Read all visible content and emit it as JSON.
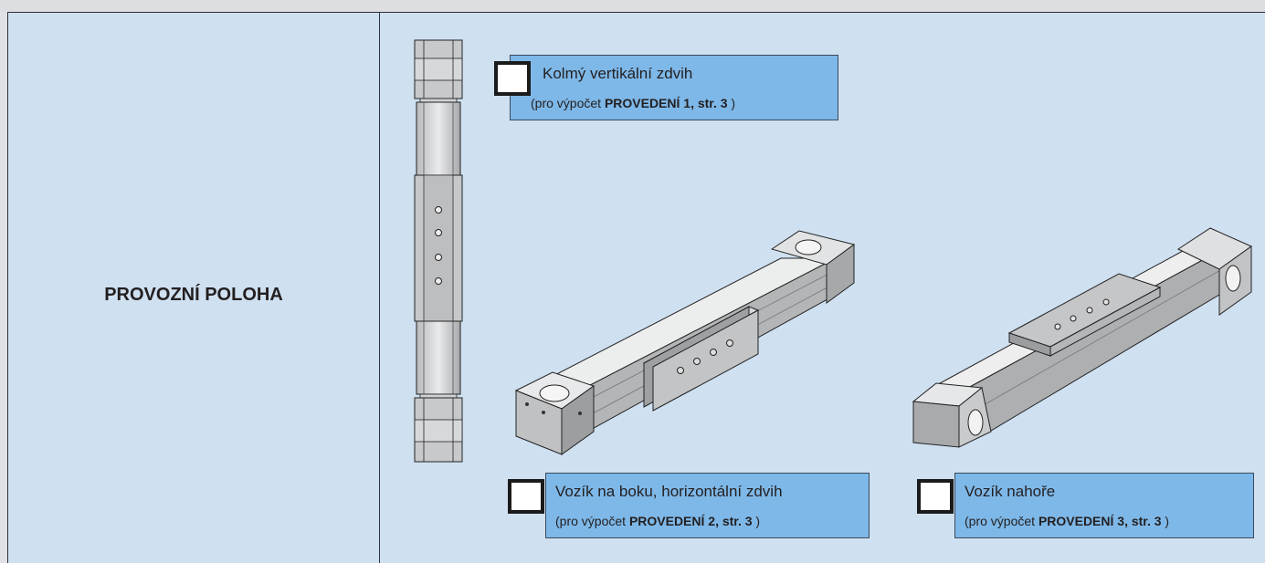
{
  "left": {
    "title": "PROVOZNÍ POLOHA"
  },
  "options": [
    {
      "title": "Kolmý vertikální zdvih",
      "sub_prefix": "(pro výpočet ",
      "sub_bold": "PROVEDENÍ 1, str. 3",
      "sub_suffix": " )"
    },
    {
      "title": "Vozík na boku, horizontální zdvih",
      "sub_prefix": "(pro výpočet ",
      "sub_bold": "PROVEDENÍ 2, str. 3",
      "sub_suffix": " )"
    },
    {
      "title": "Vozík nahoře",
      "sub_prefix": "(pro výpočet ",
      "sub_bold": "PROVEDENÍ 3, str. 3",
      "sub_suffix": " )"
    }
  ],
  "colors": {
    "cell_bg": "#cfe0f1",
    "label_bg": "#7eb8e8",
    "border": "#2d3138"
  },
  "icons": [
    "vertical-actuator-image",
    "side-carriage-actuator-image",
    "top-carriage-actuator-image"
  ]
}
